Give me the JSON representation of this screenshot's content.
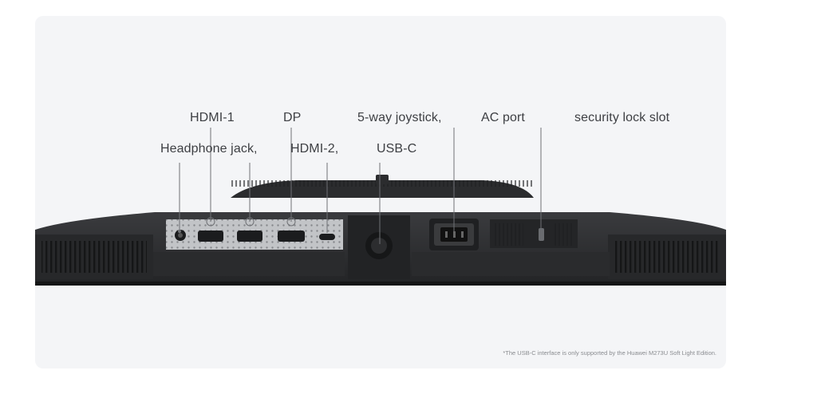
{
  "labels": {
    "hdmi1": "HDMI-1",
    "dp": "DP",
    "joystick": "5-way joystick,",
    "ac_port": "AC port",
    "security_lock": "security lock slot",
    "headphone": "Headphone jack,",
    "hdmi2": "HDMI-2,",
    "usbc": "USB-C"
  },
  "footnote": "*The USB-C interface is only supported by the Huawei M273U Soft Light Edition.",
  "colors": {
    "panel_bg": "#f4f5f7",
    "monitor_body": "#2e2f31",
    "port_plate": "#b9bbbe",
    "label_text": "#3d3f43"
  }
}
